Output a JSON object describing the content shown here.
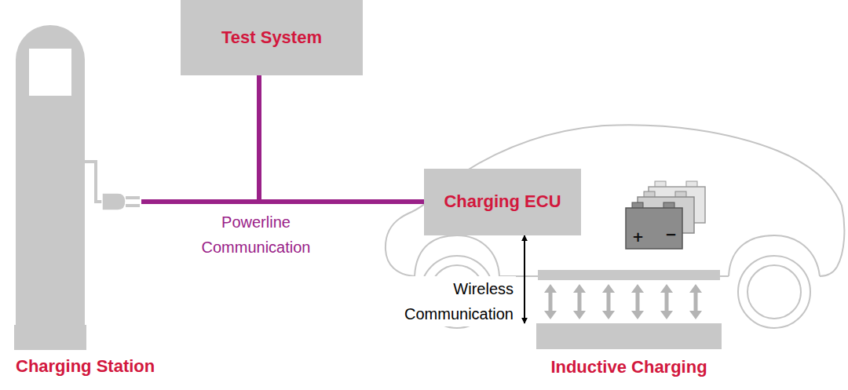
{
  "diagram": {
    "nodes": [
      {
        "text": [
          "Test System"
        ]
      },
      {
        "text": [
          "Charging Station"
        ]
      },
      {
        "text": [
          "Charging ECU"
        ]
      },
      {
        "text": [
          "Inductive Charging"
        ]
      }
    ],
    "edges": [
      {
        "from": 1,
        "to": 2,
        "arrow": "none",
        "label": "Powerline Communication"
      },
      {
        "from": 0,
        "to": 1,
        "arrow": "none"
      },
      {
        "from": 0,
        "to": 2,
        "arrow": "none"
      },
      {
        "from": 2,
        "to": 3,
        "arrow": "both",
        "label": "Wireless Communication"
      }
    ],
    "labels": [
      "+",
      "−"
    ]
  }
}
